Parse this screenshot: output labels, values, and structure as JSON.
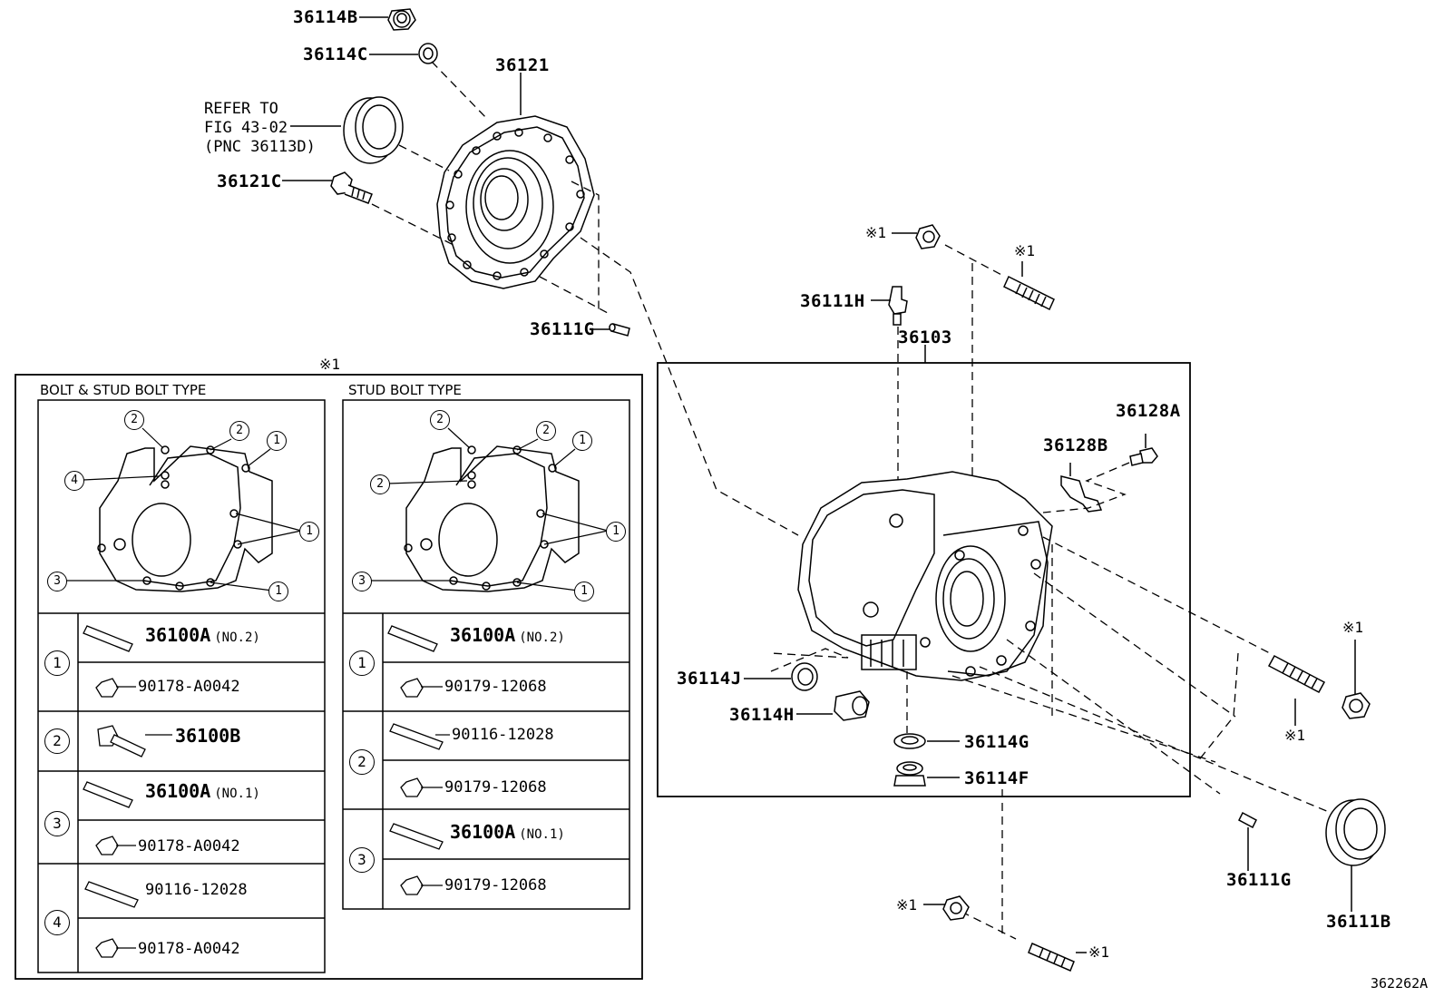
{
  "callouts": {
    "p36114B": "36114B",
    "p36114C": "36114C",
    "p36121": "36121",
    "refer_line1": "REFER TO",
    "refer_line2": "FIG 43-02",
    "refer_line3": "(PNC 36113D)",
    "p36121C": "36121C",
    "p36111G_top": "36111G",
    "p36111H": "36111H",
    "p36103": "36103",
    "p36128A": "36128A",
    "p36128B": "36128B",
    "p36114J": "36114J",
    "p36114H": "36114H",
    "p36114G": "36114G",
    "p36114F": "36114F",
    "p36111G_bottom": "36111G",
    "p36111B": "36111B",
    "ref_mark": "※1",
    "drawing_number": "362262A"
  },
  "inset": {
    "header_mark": "※1",
    "left_title": "BOLT & STUD BOLT TYPE",
    "right_title": "STUD BOLT TYPE",
    "fig_numbers": [
      "1",
      "2",
      "3",
      "4"
    ],
    "left_rows": [
      {
        "num": "1",
        "items": [
          {
            "part": "36100A",
            "note": "(NO.2)"
          },
          {
            "part": "90178-A0042",
            "note": ""
          }
        ]
      },
      {
        "num": "2",
        "items": [
          {
            "part": "36100B",
            "note": ""
          }
        ]
      },
      {
        "num": "3",
        "items": [
          {
            "part": "36100A",
            "note": "(NO.1)"
          },
          {
            "part": "90178-A0042",
            "note": ""
          }
        ]
      },
      {
        "num": "4",
        "items": [
          {
            "part": "90116-12028",
            "note": ""
          },
          {
            "part": "90178-A0042",
            "note": ""
          }
        ]
      }
    ],
    "right_rows": [
      {
        "num": "1",
        "items": [
          {
            "part": "36100A",
            "note": "(NO.2)"
          },
          {
            "part": "90179-12068",
            "note": ""
          }
        ]
      },
      {
        "num": "2",
        "items": [
          {
            "part": "90116-12028",
            "note": ""
          },
          {
            "part": "90179-12068",
            "note": ""
          }
        ]
      },
      {
        "num": "3",
        "items": [
          {
            "part": "36100A",
            "note": "(NO.1)"
          },
          {
            "part": "90179-12068",
            "note": ""
          }
        ]
      }
    ]
  }
}
